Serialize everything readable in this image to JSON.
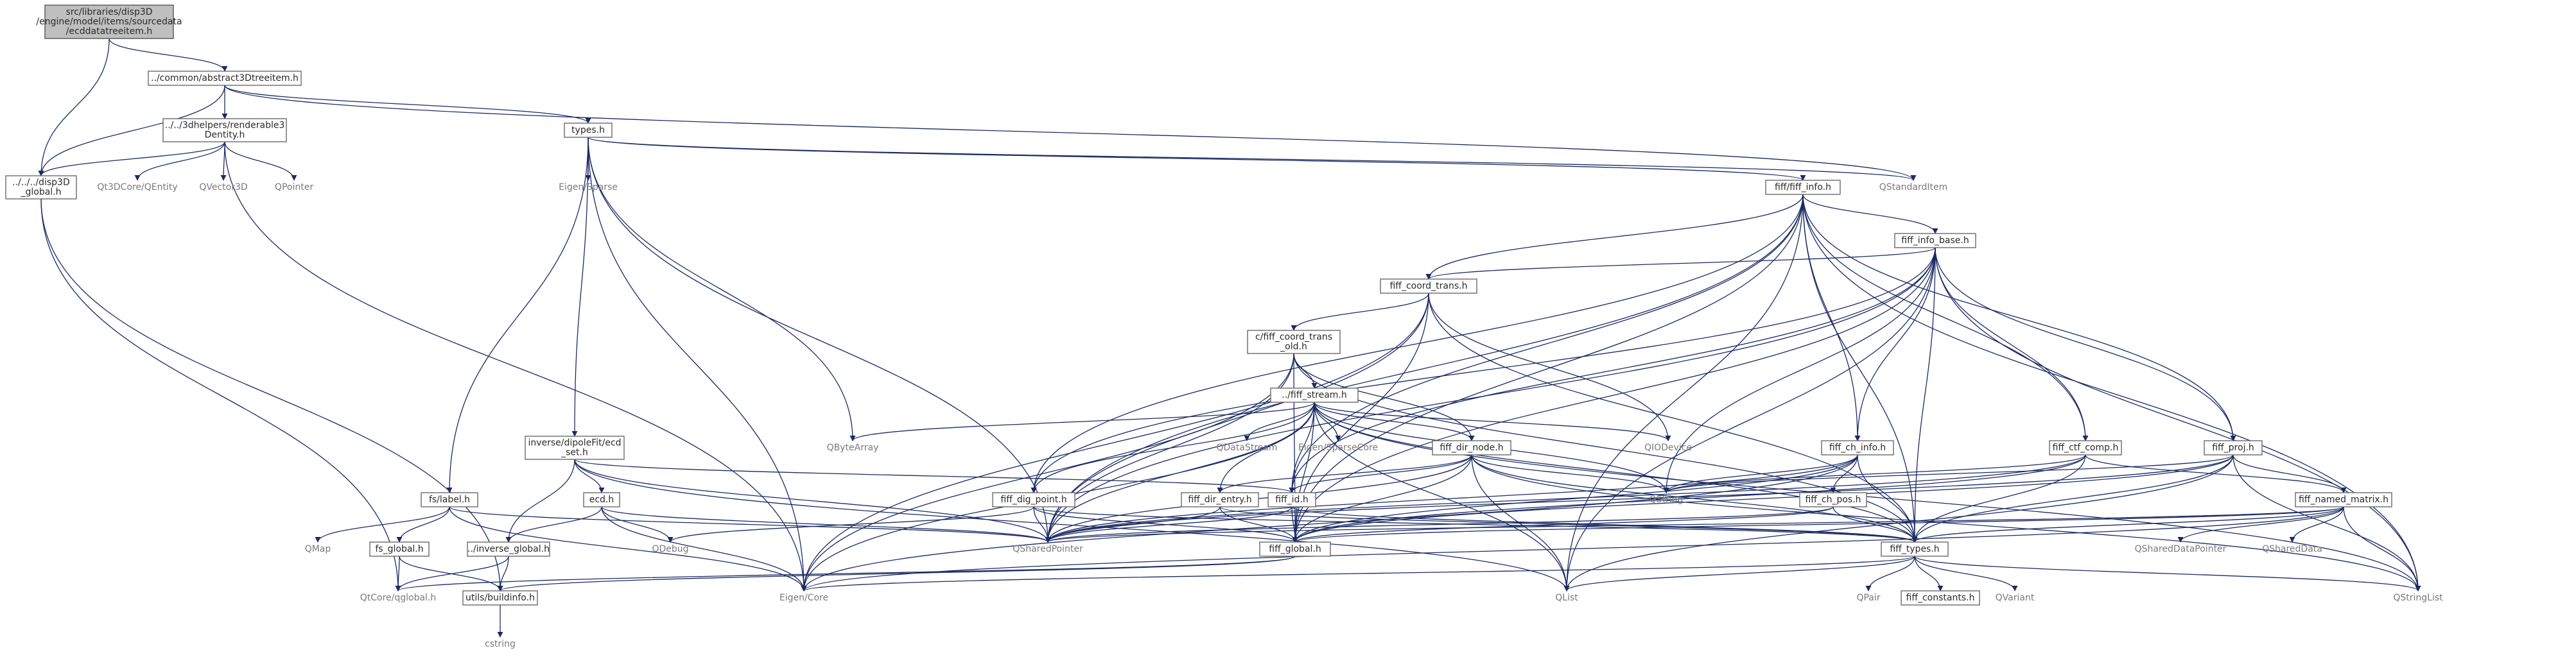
{
  "graph": {
    "root": "src/libraries/disp3D/engine/model/items/sourcedata/ecddatatreeitem.h",
    "nodes": [
      {
        "id": "root",
        "lines": [
          "src/libraries/disp3D",
          "/engine/model/items/sourcedata",
          "/ecddatatreeitem.h"
        ],
        "style": "root"
      },
      {
        "id": "abs",
        "lines": [
          "../common/abstract3Dtreeitem.h"
        ],
        "style": "box"
      },
      {
        "id": "rend",
        "lines": [
          "../../3dhelpers/renderable3",
          "Dentity.h"
        ],
        "style": "box"
      },
      {
        "id": "dglobal",
        "lines": [
          "../../../disp3D",
          "_global.h"
        ],
        "style": "box"
      },
      {
        "id": "qt3d",
        "lines": [
          "Qt3DCore/QEntity"
        ],
        "style": "plain"
      },
      {
        "id": "qvec",
        "lines": [
          "QVector3D"
        ],
        "style": "plain"
      },
      {
        "id": "qptr",
        "lines": [
          "QPointer"
        ],
        "style": "plain"
      },
      {
        "id": "types",
        "lines": [
          "types.h"
        ],
        "style": "box"
      },
      {
        "id": "qstd",
        "lines": [
          "QStandardItem"
        ],
        "style": "plain"
      },
      {
        "id": "esparse",
        "lines": [
          "Eigen/Sparse"
        ],
        "style": "plain"
      },
      {
        "id": "info",
        "lines": [
          "fiff/fiff_info.h"
        ],
        "style": "box"
      },
      {
        "id": "infobase",
        "lines": [
          "fiff_info_base.h"
        ],
        "style": "box"
      },
      {
        "id": "coord",
        "lines": [
          "fiff_coord_trans.h"
        ],
        "style": "box"
      },
      {
        "id": "cold",
        "lines": [
          "c/fiff_coord_trans",
          "_old.h"
        ],
        "style": "box"
      },
      {
        "id": "stream",
        "lines": [
          "../fiff_stream.h"
        ],
        "style": "box"
      },
      {
        "id": "qbyte",
        "lines": [
          "QByteArray"
        ],
        "style": "plain"
      },
      {
        "id": "qds",
        "lines": [
          "QDataStream"
        ],
        "style": "plain"
      },
      {
        "id": "esc",
        "lines": [
          "Eigen/SparseCore"
        ],
        "style": "plain"
      },
      {
        "id": "dirnode",
        "lines": [
          "fiff_dir_node.h"
        ],
        "style": "box"
      },
      {
        "id": "qiod",
        "lines": [
          "QIODevice"
        ],
        "style": "plain"
      },
      {
        "id": "chinfo",
        "lines": [
          "fiff_ch_info.h"
        ],
        "style": "box"
      },
      {
        "id": "ctf",
        "lines": [
          "fiff_ctf_comp.h"
        ],
        "style": "box"
      },
      {
        "id": "proj",
        "lines": [
          "fiff_proj.h"
        ],
        "style": "box"
      },
      {
        "id": "inv",
        "lines": [
          "inverse/dipoleFit/ecd",
          "_set.h"
        ],
        "style": "box"
      },
      {
        "id": "fslabel",
        "lines": [
          "fs/label.h"
        ],
        "style": "box"
      },
      {
        "id": "ecd",
        "lines": [
          "ecd.h"
        ],
        "style": "box"
      },
      {
        "id": "qmap",
        "lines": [
          "QMap"
        ],
        "style": "plain"
      },
      {
        "id": "fsglobal",
        "lines": [
          "fs_global.h"
        ],
        "style": "box"
      },
      {
        "id": "invglobal",
        "lines": [
          "../inverse_global.h"
        ],
        "style": "box"
      },
      {
        "id": "qdebug",
        "lines": [
          "QDebug"
        ],
        "style": "plain"
      },
      {
        "id": "qcore",
        "lines": [
          "QtCore/qglobal.h"
        ],
        "style": "plain"
      },
      {
        "id": "build",
        "lines": [
          "utils/buildinfo.h"
        ],
        "style": "box"
      },
      {
        "id": "cstring",
        "lines": [
          "cstring"
        ],
        "style": "plain"
      },
      {
        "id": "eigen",
        "lines": [
          "Eigen/Core"
        ],
        "style": "plain"
      },
      {
        "id": "qlist",
        "lines": [
          "QList"
        ],
        "style": "plain"
      },
      {
        "id": "qsp",
        "lines": [
          "QSharedPointer"
        ],
        "style": "plain"
      },
      {
        "id": "digpt",
        "lines": [
          "fiff_dig_point.h"
        ],
        "style": "box"
      },
      {
        "id": "direntry",
        "lines": [
          "fiff_dir_entry.h"
        ],
        "style": "box"
      },
      {
        "id": "fiffid",
        "lines": [
          "fiff_id.h"
        ],
        "style": "box"
      },
      {
        "id": "fglobal",
        "lines": [
          "fiff_global.h"
        ],
        "style": "box"
      },
      {
        "id": "qstring",
        "lines": [
          "QString"
        ],
        "style": "plain"
      },
      {
        "id": "chpos",
        "lines": [
          "fiff_ch_pos.h"
        ],
        "style": "box"
      },
      {
        "id": "ftypes",
        "lines": [
          "fiff_types.h"
        ],
        "style": "box"
      },
      {
        "id": "named",
        "lines": [
          "fiff_named_matrix.h"
        ],
        "style": "box"
      },
      {
        "id": "qsdp",
        "lines": [
          "QSharedDataPointer"
        ],
        "style": "plain"
      },
      {
        "id": "qsd",
        "lines": [
          "QSharedData"
        ],
        "style": "plain"
      },
      {
        "id": "qpair",
        "lines": [
          "QPair"
        ],
        "style": "plain"
      },
      {
        "id": "fconst",
        "lines": [
          "fiff_constants.h"
        ],
        "style": "box"
      },
      {
        "id": "qvar",
        "lines": [
          "QVariant"
        ],
        "style": "plain"
      },
      {
        "id": "qsl",
        "lines": [
          "QStringList"
        ],
        "style": "plain"
      }
    ],
    "edges": [
      [
        "root",
        "abs"
      ],
      [
        "root",
        "dglobal"
      ],
      [
        "abs",
        "rend"
      ],
      [
        "abs",
        "dglobal"
      ],
      [
        "abs",
        "types"
      ],
      [
        "abs",
        "qstd"
      ],
      [
        "rend",
        "dglobal"
      ],
      [
        "rend",
        "qt3d"
      ],
      [
        "rend",
        "qvec"
      ],
      [
        "rend",
        "qptr"
      ],
      [
        "rend",
        "eigen"
      ],
      [
        "dglobal",
        "qcore"
      ],
      [
        "dglobal",
        "build"
      ],
      [
        "types",
        "fslabel"
      ],
      [
        "types",
        "eigen"
      ],
      [
        "types",
        "esparse"
      ],
      [
        "types",
        "info"
      ],
      [
        "types",
        "qstd"
      ],
      [
        "types",
        "qbyte"
      ],
      [
        "types",
        "inv"
      ],
      [
        "types",
        "qsp"
      ],
      [
        "info",
        "infobase"
      ],
      [
        "info",
        "coord"
      ],
      [
        "info",
        "chinfo"
      ],
      [
        "info",
        "ctf"
      ],
      [
        "info",
        "proj"
      ],
      [
        "info",
        "ftypes"
      ],
      [
        "info",
        "fglobal"
      ],
      [
        "info",
        "qsp"
      ],
      [
        "info",
        "qsl"
      ],
      [
        "info",
        "qlist"
      ],
      [
        "info",
        "digpt"
      ],
      [
        "info",
        "fiffid"
      ],
      [
        "infobase",
        "coord"
      ],
      [
        "infobase",
        "chinfo"
      ],
      [
        "infobase",
        "ctf"
      ],
      [
        "infobase",
        "proj"
      ],
      [
        "infobase",
        "ftypes"
      ],
      [
        "infobase",
        "fglobal"
      ],
      [
        "infobase",
        "qsl"
      ],
      [
        "infobase",
        "qlist"
      ],
      [
        "infobase",
        "digpt"
      ],
      [
        "infobase",
        "fiffid"
      ],
      [
        "infobase",
        "qstring"
      ],
      [
        "infobase",
        "qsp"
      ],
      [
        "coord",
        "cold"
      ],
      [
        "coord",
        "fglobal"
      ],
      [
        "coord",
        "ftypes"
      ],
      [
        "coord",
        "eigen"
      ],
      [
        "coord",
        "qsp"
      ],
      [
        "coord",
        "qiod"
      ],
      [
        "cold",
        "stream"
      ],
      [
        "cold",
        "fglobal"
      ],
      [
        "cold",
        "ftypes"
      ],
      [
        "cold",
        "eigen"
      ],
      [
        "cold",
        "qsp"
      ],
      [
        "cold",
        "dirnode"
      ],
      [
        "stream",
        "qbyte"
      ],
      [
        "stream",
        "qds"
      ],
      [
        "stream",
        "esc"
      ],
      [
        "stream",
        "dirnode"
      ],
      [
        "stream",
        "qiod"
      ],
      [
        "stream",
        "digpt"
      ],
      [
        "stream",
        "direntry"
      ],
      [
        "stream",
        "fiffid"
      ],
      [
        "stream",
        "fglobal"
      ],
      [
        "stream",
        "qstring"
      ],
      [
        "stream",
        "qsp"
      ],
      [
        "stream",
        "eigen"
      ],
      [
        "stream",
        "ftypes"
      ],
      [
        "stream",
        "qlist"
      ],
      [
        "stream",
        "qsl"
      ],
      [
        "dirnode",
        "direntry"
      ],
      [
        "dirnode",
        "fiffid"
      ],
      [
        "dirnode",
        "fglobal"
      ],
      [
        "dirnode",
        "ftypes"
      ],
      [
        "dirnode",
        "qsp"
      ],
      [
        "dirnode",
        "qlist"
      ],
      [
        "dirnode",
        "qsl"
      ],
      [
        "dirnode",
        "qstring"
      ],
      [
        "chinfo",
        "chpos"
      ],
      [
        "chinfo",
        "fglobal"
      ],
      [
        "chinfo",
        "ftypes"
      ],
      [
        "chinfo",
        "qsp"
      ],
      [
        "chinfo",
        "qstring"
      ],
      [
        "chinfo",
        "eigen"
      ],
      [
        "chpos",
        "fglobal"
      ],
      [
        "chpos",
        "ftypes"
      ],
      [
        "chpos",
        "qsp"
      ],
      [
        "ctf",
        "named"
      ],
      [
        "ctf",
        "fglobal"
      ],
      [
        "ctf",
        "ftypes"
      ],
      [
        "ctf",
        "qsp"
      ],
      [
        "ctf",
        "qstring"
      ],
      [
        "proj",
        "named"
      ],
      [
        "proj",
        "fglobal"
      ],
      [
        "proj",
        "ftypes"
      ],
      [
        "proj",
        "qsp"
      ],
      [
        "proj",
        "qstring"
      ],
      [
        "proj",
        "qsl"
      ],
      [
        "proj",
        "qlist"
      ],
      [
        "named",
        "fglobal"
      ],
      [
        "named",
        "ftypes"
      ],
      [
        "named",
        "qsdp"
      ],
      [
        "named",
        "qsd"
      ],
      [
        "named",
        "qsl"
      ],
      [
        "named",
        "eigen"
      ],
      [
        "named",
        "qsp"
      ],
      [
        "inv",
        "ecd"
      ],
      [
        "inv",
        "invglobal"
      ],
      [
        "inv",
        "fiffid"
      ],
      [
        "inv",
        "qsp"
      ],
      [
        "inv",
        "qlist"
      ],
      [
        "ecd",
        "invglobal"
      ],
      [
        "ecd",
        "qdebug"
      ],
      [
        "ecd",
        "eigen"
      ],
      [
        "ecd",
        "qsp"
      ],
      [
        "invglobal",
        "build"
      ],
      [
        "invglobal",
        "qcore"
      ],
      [
        "fslabel",
        "fsglobal"
      ],
      [
        "fslabel",
        "qmap"
      ],
      [
        "fslabel",
        "eigen"
      ],
      [
        "fslabel",
        "qsp"
      ],
      [
        "fsglobal",
        "build"
      ],
      [
        "fsglobal",
        "qcore"
      ],
      [
        "build",
        "cstring"
      ],
      [
        "digpt",
        "fglobal"
      ],
      [
        "digpt",
        "ftypes"
      ],
      [
        "digpt",
        "qsp"
      ],
      [
        "digpt",
        "qdebug"
      ],
      [
        "direntry",
        "fglobal"
      ],
      [
        "direntry",
        "ftypes"
      ],
      [
        "direntry",
        "qsp"
      ],
      [
        "fiffid",
        "fglobal"
      ],
      [
        "fiffid",
        "ftypes"
      ],
      [
        "fiffid",
        "qsp"
      ],
      [
        "fglobal",
        "build"
      ],
      [
        "fglobal",
        "qcore"
      ],
      [
        "ftypes",
        "eigen"
      ],
      [
        "ftypes",
        "qpair"
      ],
      [
        "ftypes",
        "fconst"
      ],
      [
        "ftypes",
        "qvar"
      ],
      [
        "ftypes",
        "qsl"
      ],
      [
        "ftypes",
        "qlist"
      ]
    ]
  }
}
